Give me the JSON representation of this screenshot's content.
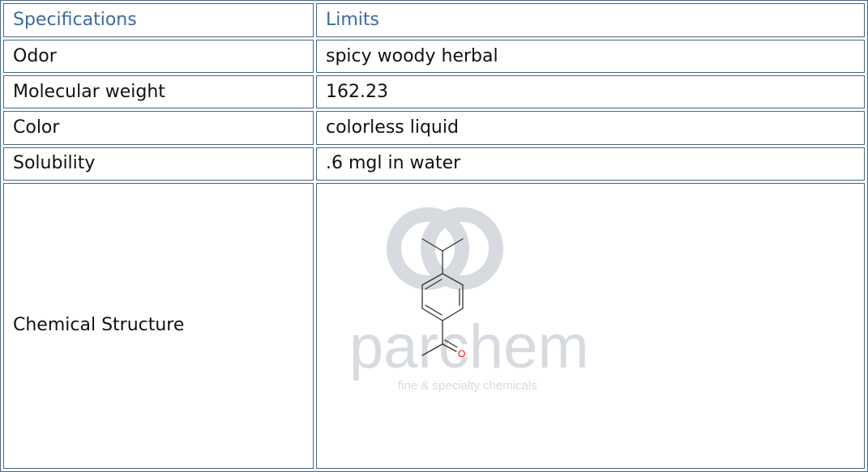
{
  "table": {
    "headers": {
      "left": "Specifications",
      "right": "Limits"
    },
    "rows": [
      {
        "label": "Odor",
        "value": "spicy woody herbal"
      },
      {
        "label": "Molecular weight",
        "value": "162.23"
      },
      {
        "label": "Color",
        "value": "colorless liquid"
      },
      {
        "label": "Solubility",
        "value": ".6 mgl in water"
      }
    ],
    "structure": {
      "label": "Chemical Structure",
      "atom_label": "O",
      "watermark_brand": "parchem",
      "watermark_tagline": "fine & specialty chemicals"
    }
  },
  "colors": {
    "border": "#46648c",
    "header_text": "#3b6ba5",
    "body_text": "#111111",
    "watermark": "#d7dbe0",
    "oxygen": "#ff0000"
  }
}
